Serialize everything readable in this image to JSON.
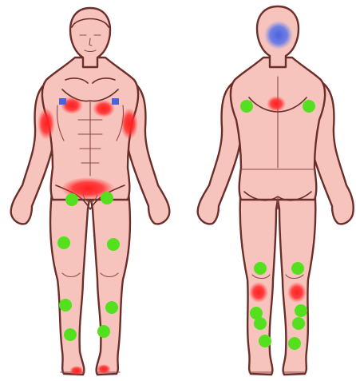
{
  "figures": [
    {
      "view": "front"
    },
    {
      "view": "back"
    }
  ],
  "marker_colors": {
    "green": "#55e01f",
    "red": "#ff1f1f",
    "blue": "#4a62e0"
  },
  "markers": [
    {
      "figure": "front",
      "kind": "green",
      "region": "left-upper-thigh"
    },
    {
      "figure": "front",
      "kind": "green",
      "region": "right-upper-thigh"
    },
    {
      "figure": "front",
      "kind": "green",
      "region": "left-mid-thigh"
    },
    {
      "figure": "front",
      "kind": "green",
      "region": "right-mid-thigh"
    },
    {
      "figure": "front",
      "kind": "green",
      "region": "left-upper-shin"
    },
    {
      "figure": "front",
      "kind": "green",
      "region": "right-upper-shin"
    },
    {
      "figure": "front",
      "kind": "green",
      "region": "left-lower-shin"
    },
    {
      "figure": "front",
      "kind": "green",
      "region": "right-lower-shin"
    },
    {
      "figure": "front",
      "kind": "red",
      "region": "left-chest"
    },
    {
      "figure": "front",
      "kind": "red",
      "region": "right-chest"
    },
    {
      "figure": "front",
      "kind": "red",
      "region": "left-upper-arm"
    },
    {
      "figure": "front",
      "kind": "red",
      "region": "right-upper-arm"
    },
    {
      "figure": "front",
      "kind": "red",
      "region": "groin"
    },
    {
      "figure": "front",
      "kind": "red",
      "region": "left-foot"
    },
    {
      "figure": "front",
      "kind": "red",
      "region": "right-foot"
    },
    {
      "figure": "front",
      "kind": "blue",
      "region": "left-shoulder-front"
    },
    {
      "figure": "front",
      "kind": "blue",
      "region": "right-shoulder-front"
    },
    {
      "figure": "back",
      "kind": "blue",
      "region": "back-of-head"
    },
    {
      "figure": "back",
      "kind": "red",
      "region": "upper-back"
    },
    {
      "figure": "back",
      "kind": "green",
      "region": "left-shoulder-back"
    },
    {
      "figure": "back",
      "kind": "green",
      "region": "right-shoulder-back"
    },
    {
      "figure": "back",
      "kind": "green",
      "region": "left-back-knee"
    },
    {
      "figure": "back",
      "kind": "green",
      "region": "right-back-knee"
    },
    {
      "figure": "back",
      "kind": "red",
      "region": "left-calf"
    },
    {
      "figure": "back",
      "kind": "red",
      "region": "right-calf"
    },
    {
      "figure": "back",
      "kind": "green",
      "region": "left-lower-calf"
    },
    {
      "figure": "back",
      "kind": "green",
      "region": "right-lower-calf"
    },
    {
      "figure": "back",
      "kind": "green",
      "region": "left-ankle-back"
    },
    {
      "figure": "back",
      "kind": "green",
      "region": "right-ankle-back"
    }
  ]
}
